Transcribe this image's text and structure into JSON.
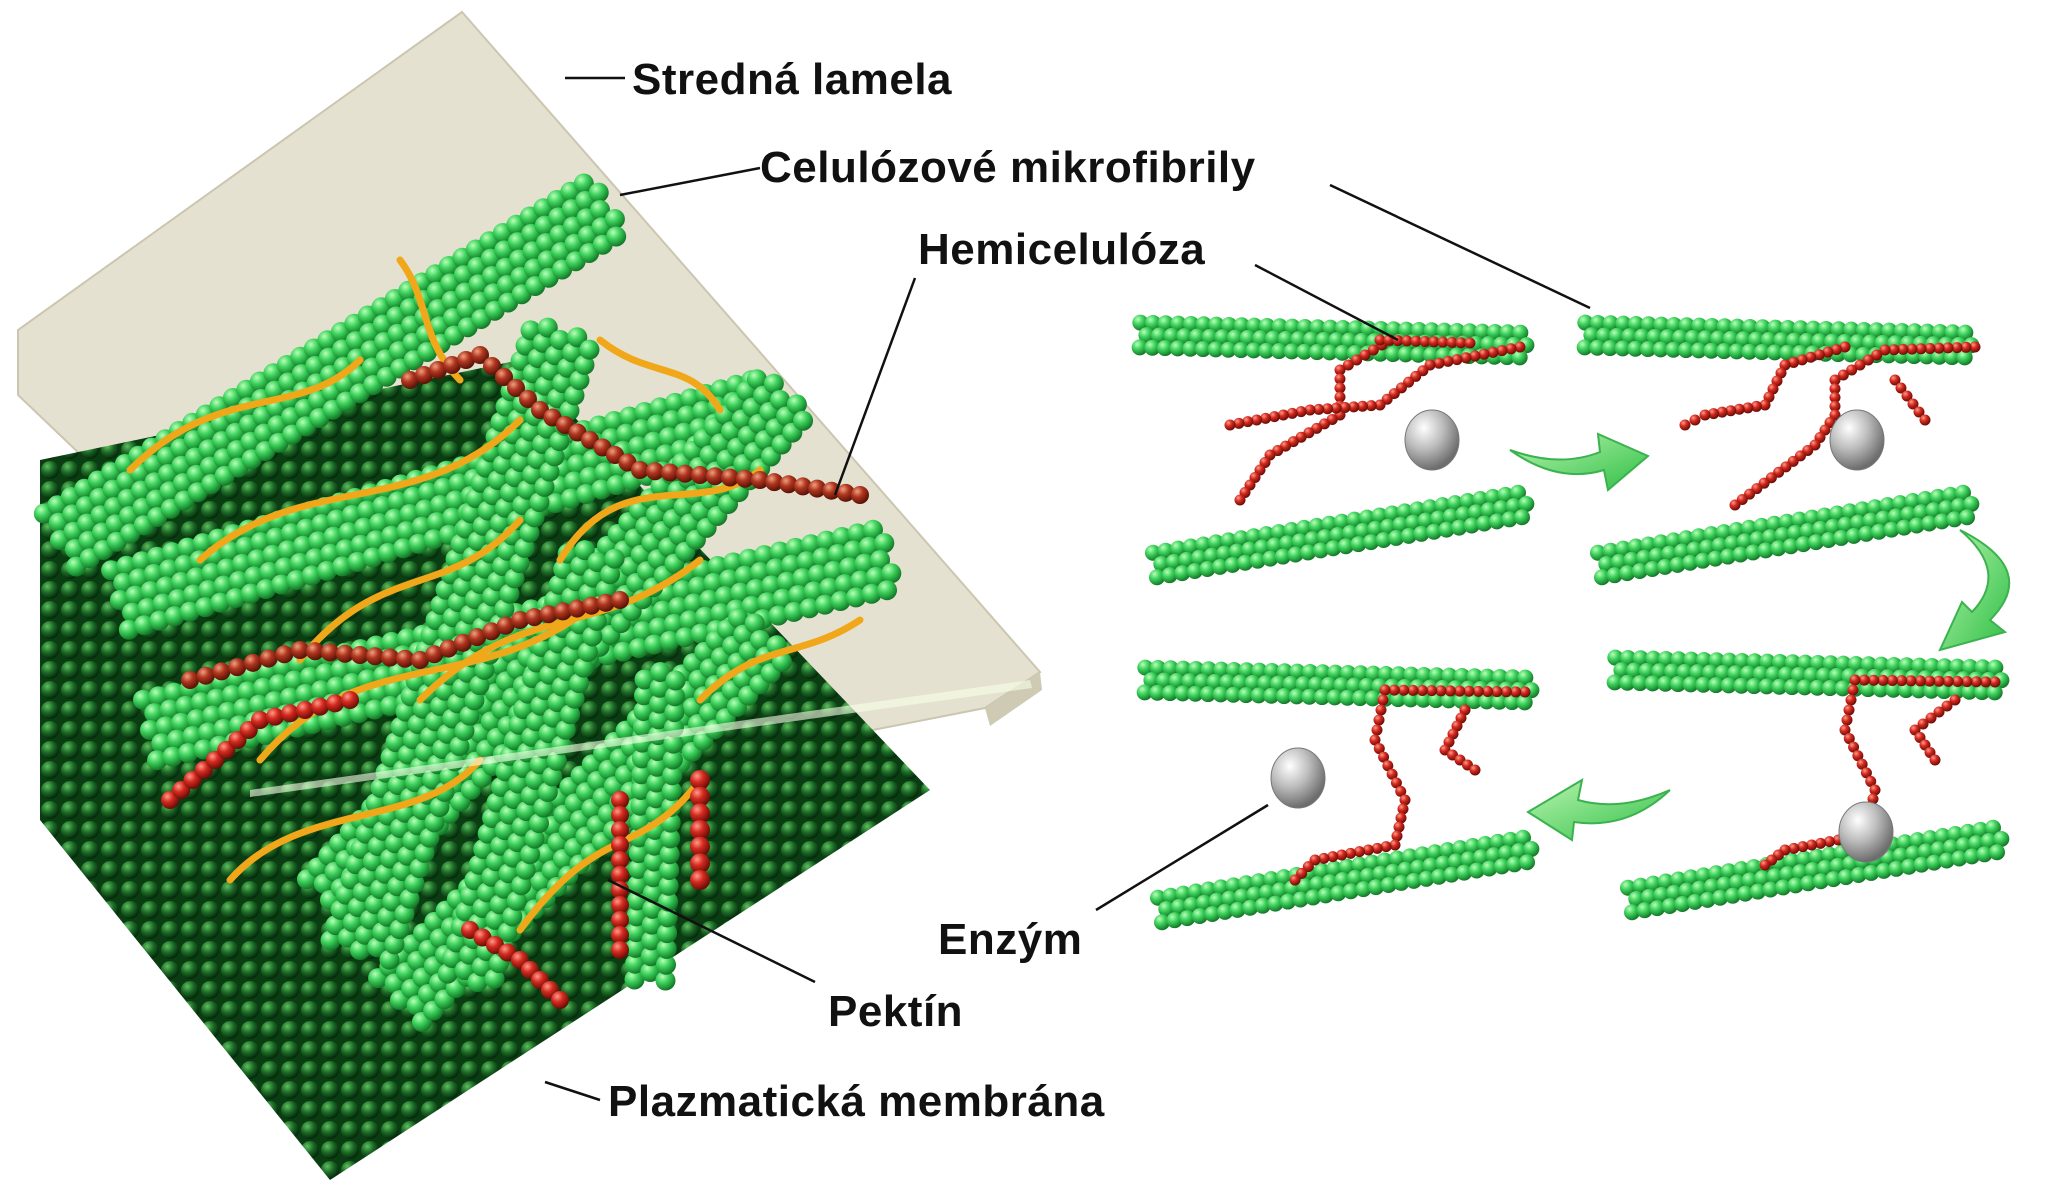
{
  "labels": {
    "middle_lamella": "Stredná lamela",
    "cellulose_microfibrils": "Celulózové mikrofibrily",
    "hemicellulose": "Hemicelulóza",
    "enzyme": "Enzým",
    "pectin": "Pektín",
    "plasma_membrane": "Plazmatická membrána"
  },
  "colors": {
    "cellulose": "#3fd35e",
    "cellulose_dark": "#1f8f34",
    "membrane": "#1d6b27",
    "pectin": "#c0392b",
    "hemicellulose": "#e0241f",
    "hemicellulose_fiber": "#f0a81a",
    "lamella": "#e4e0cf",
    "enzyme": "#b9b9b9",
    "arrow": "#5cd86a"
  },
  "panels": {
    "count": 4,
    "sequence": [
      "top-left",
      "top-right",
      "bottom-right",
      "bottom-left"
    ]
  }
}
